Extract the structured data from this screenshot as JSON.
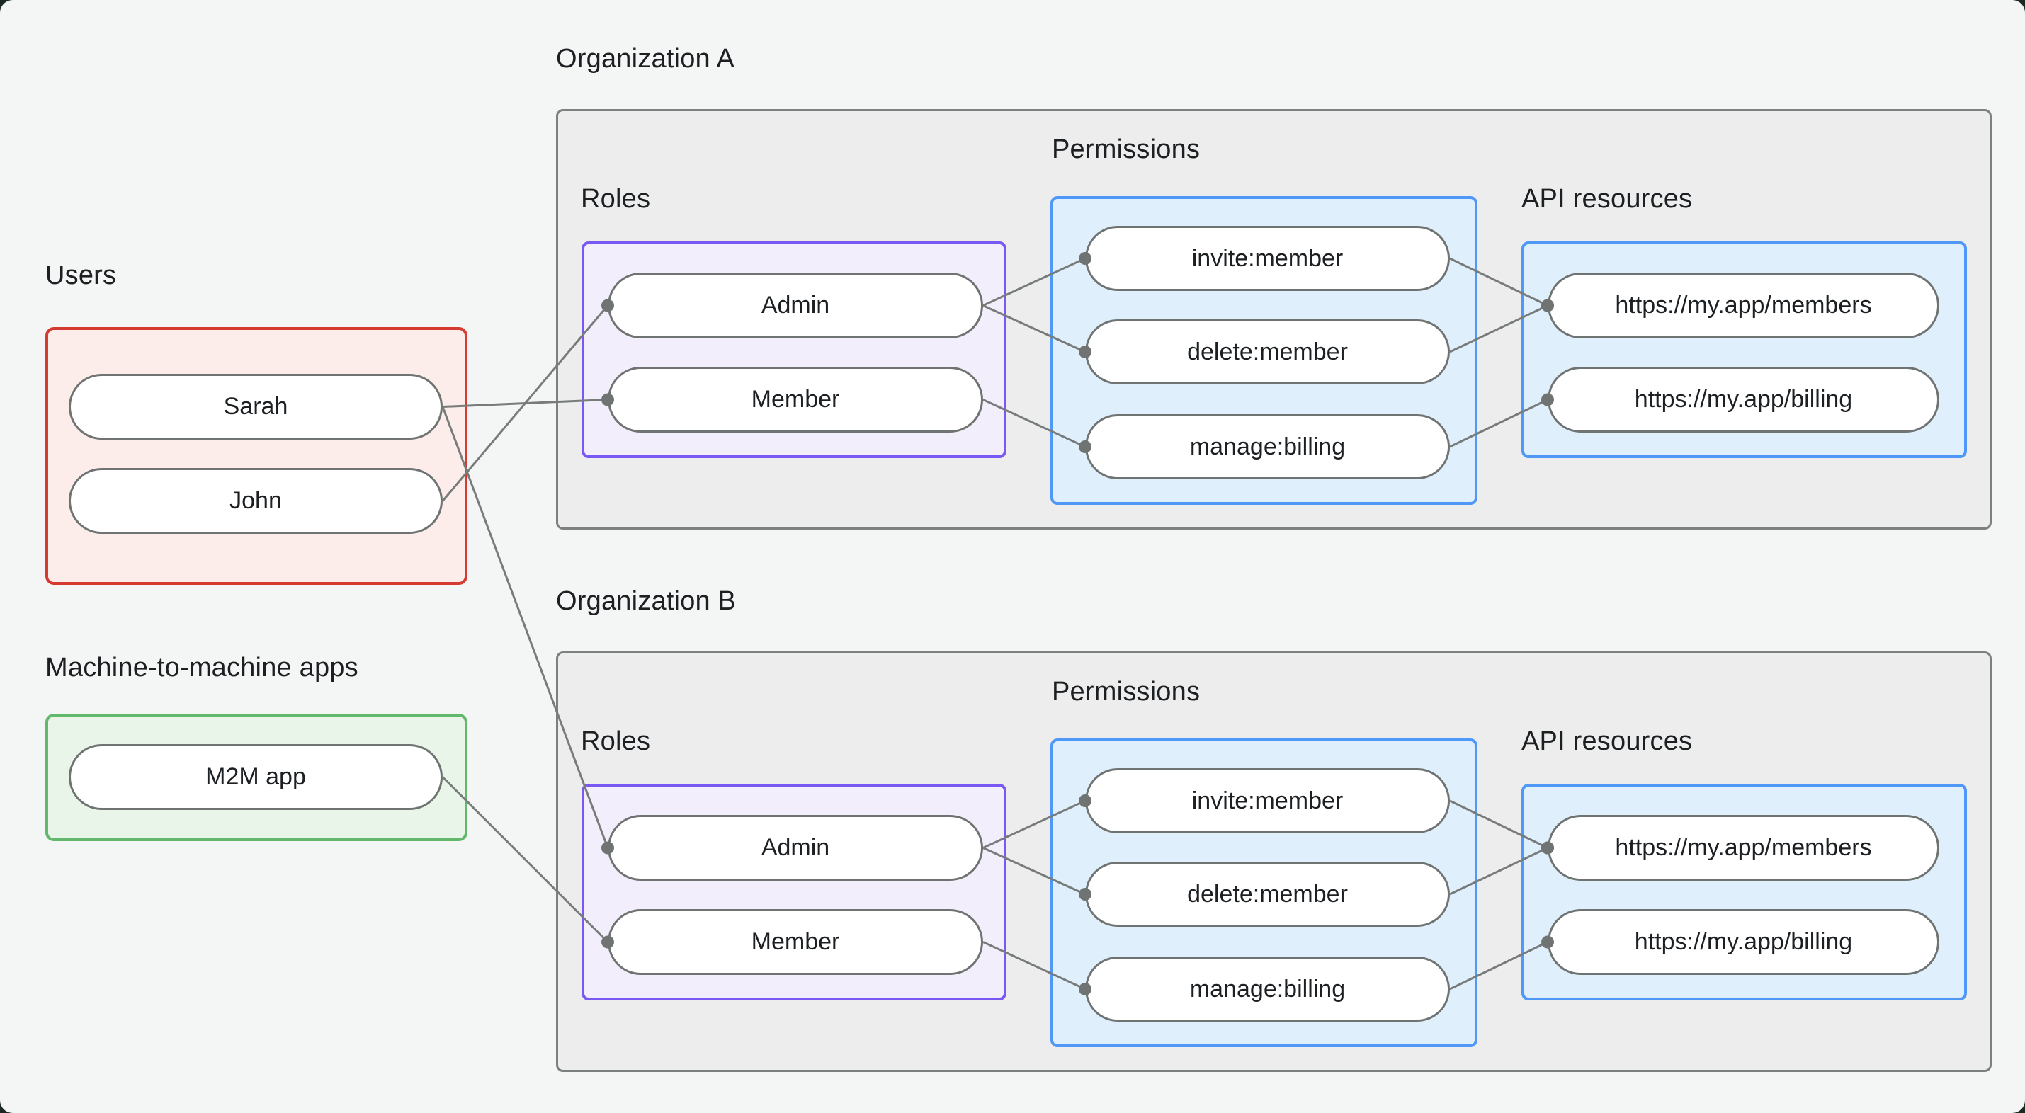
{
  "users": {
    "label": "Users",
    "items": [
      {
        "id": "user-sarah",
        "label": "Sarah"
      },
      {
        "id": "user-john",
        "label": "John"
      }
    ]
  },
  "m2m": {
    "label": "Machine-to-machine apps",
    "items": [
      {
        "id": "m2m-app",
        "label": "M2M app"
      }
    ]
  },
  "org_a": {
    "label": "Organization A",
    "roles_label": "Roles",
    "permissions_label": "Permissions",
    "api_label": "API resources",
    "roles": [
      {
        "id": "orga-admin",
        "label": "Admin"
      },
      {
        "id": "orga-member",
        "label": "Member"
      }
    ],
    "permissions": [
      {
        "id": "orga-invite",
        "label": "invite:member"
      },
      {
        "id": "orga-delete",
        "label": "delete:member"
      },
      {
        "id": "orga-manage",
        "label": "manage:billing"
      }
    ],
    "api_resources": [
      {
        "id": "orga-members",
        "label": "https://my.app/members"
      },
      {
        "id": "orga-billing",
        "label": "https://my.app/billing"
      }
    ]
  },
  "org_b": {
    "label": "Organization B",
    "roles_label": "Roles",
    "permissions_label": "Permissions",
    "api_label": "API resources",
    "roles": [
      {
        "id": "orgb-admin",
        "label": "Admin"
      },
      {
        "id": "orgb-member",
        "label": "Member"
      }
    ],
    "permissions": [
      {
        "id": "orgb-invite",
        "label": "invite:member"
      },
      {
        "id": "orgb-delete",
        "label": "delete:member"
      },
      {
        "id": "orgb-manage",
        "label": "manage:billing"
      }
    ],
    "api_resources": [
      {
        "id": "orgb-members",
        "label": "https://my.app/members"
      },
      {
        "id": "orgb-billing",
        "label": "https://my.app/billing"
      }
    ]
  },
  "edges": [
    {
      "from": "user-sarah",
      "to": "orga-member"
    },
    {
      "from": "user-john",
      "to": "orga-admin"
    },
    {
      "from": "user-sarah",
      "to": "orgb-admin"
    },
    {
      "from": "m2m-app",
      "to": "orgb-member"
    },
    {
      "from": "orga-admin",
      "to": "orga-invite"
    },
    {
      "from": "orga-admin",
      "to": "orga-delete"
    },
    {
      "from": "orga-member",
      "to": "orga-manage"
    },
    {
      "from": "orga-invite",
      "to": "orga-members"
    },
    {
      "from": "orga-delete",
      "to": "orga-members"
    },
    {
      "from": "orga-manage",
      "to": "orga-billing"
    },
    {
      "from": "orgb-admin",
      "to": "orgb-invite"
    },
    {
      "from": "orgb-admin",
      "to": "orgb-delete"
    },
    {
      "from": "orgb-member",
      "to": "orgb-manage"
    },
    {
      "from": "orgb-invite",
      "to": "orgb-members"
    },
    {
      "from": "orgb-delete",
      "to": "orgb-members"
    },
    {
      "from": "orgb-manage",
      "to": "orgb-billing"
    }
  ],
  "colors": {
    "background": "#f4f6f5",
    "text": "#1d2023",
    "users_border": "#d53b30",
    "users_fill": "#fcecea",
    "m2m_border": "#62b96c",
    "m2m_fill": "#eaf5ea",
    "org_border": "#7c8180",
    "org_fill": "#ecedec",
    "roles_border": "#7a58f4",
    "roles_fill": "#f3eefc",
    "permissions_border": "#4f98f7",
    "permissions_fill": "#e0effc",
    "pill_border": "#6f7472",
    "connector_line": "#777b7a",
    "connector_dot": "#6f7473"
  }
}
